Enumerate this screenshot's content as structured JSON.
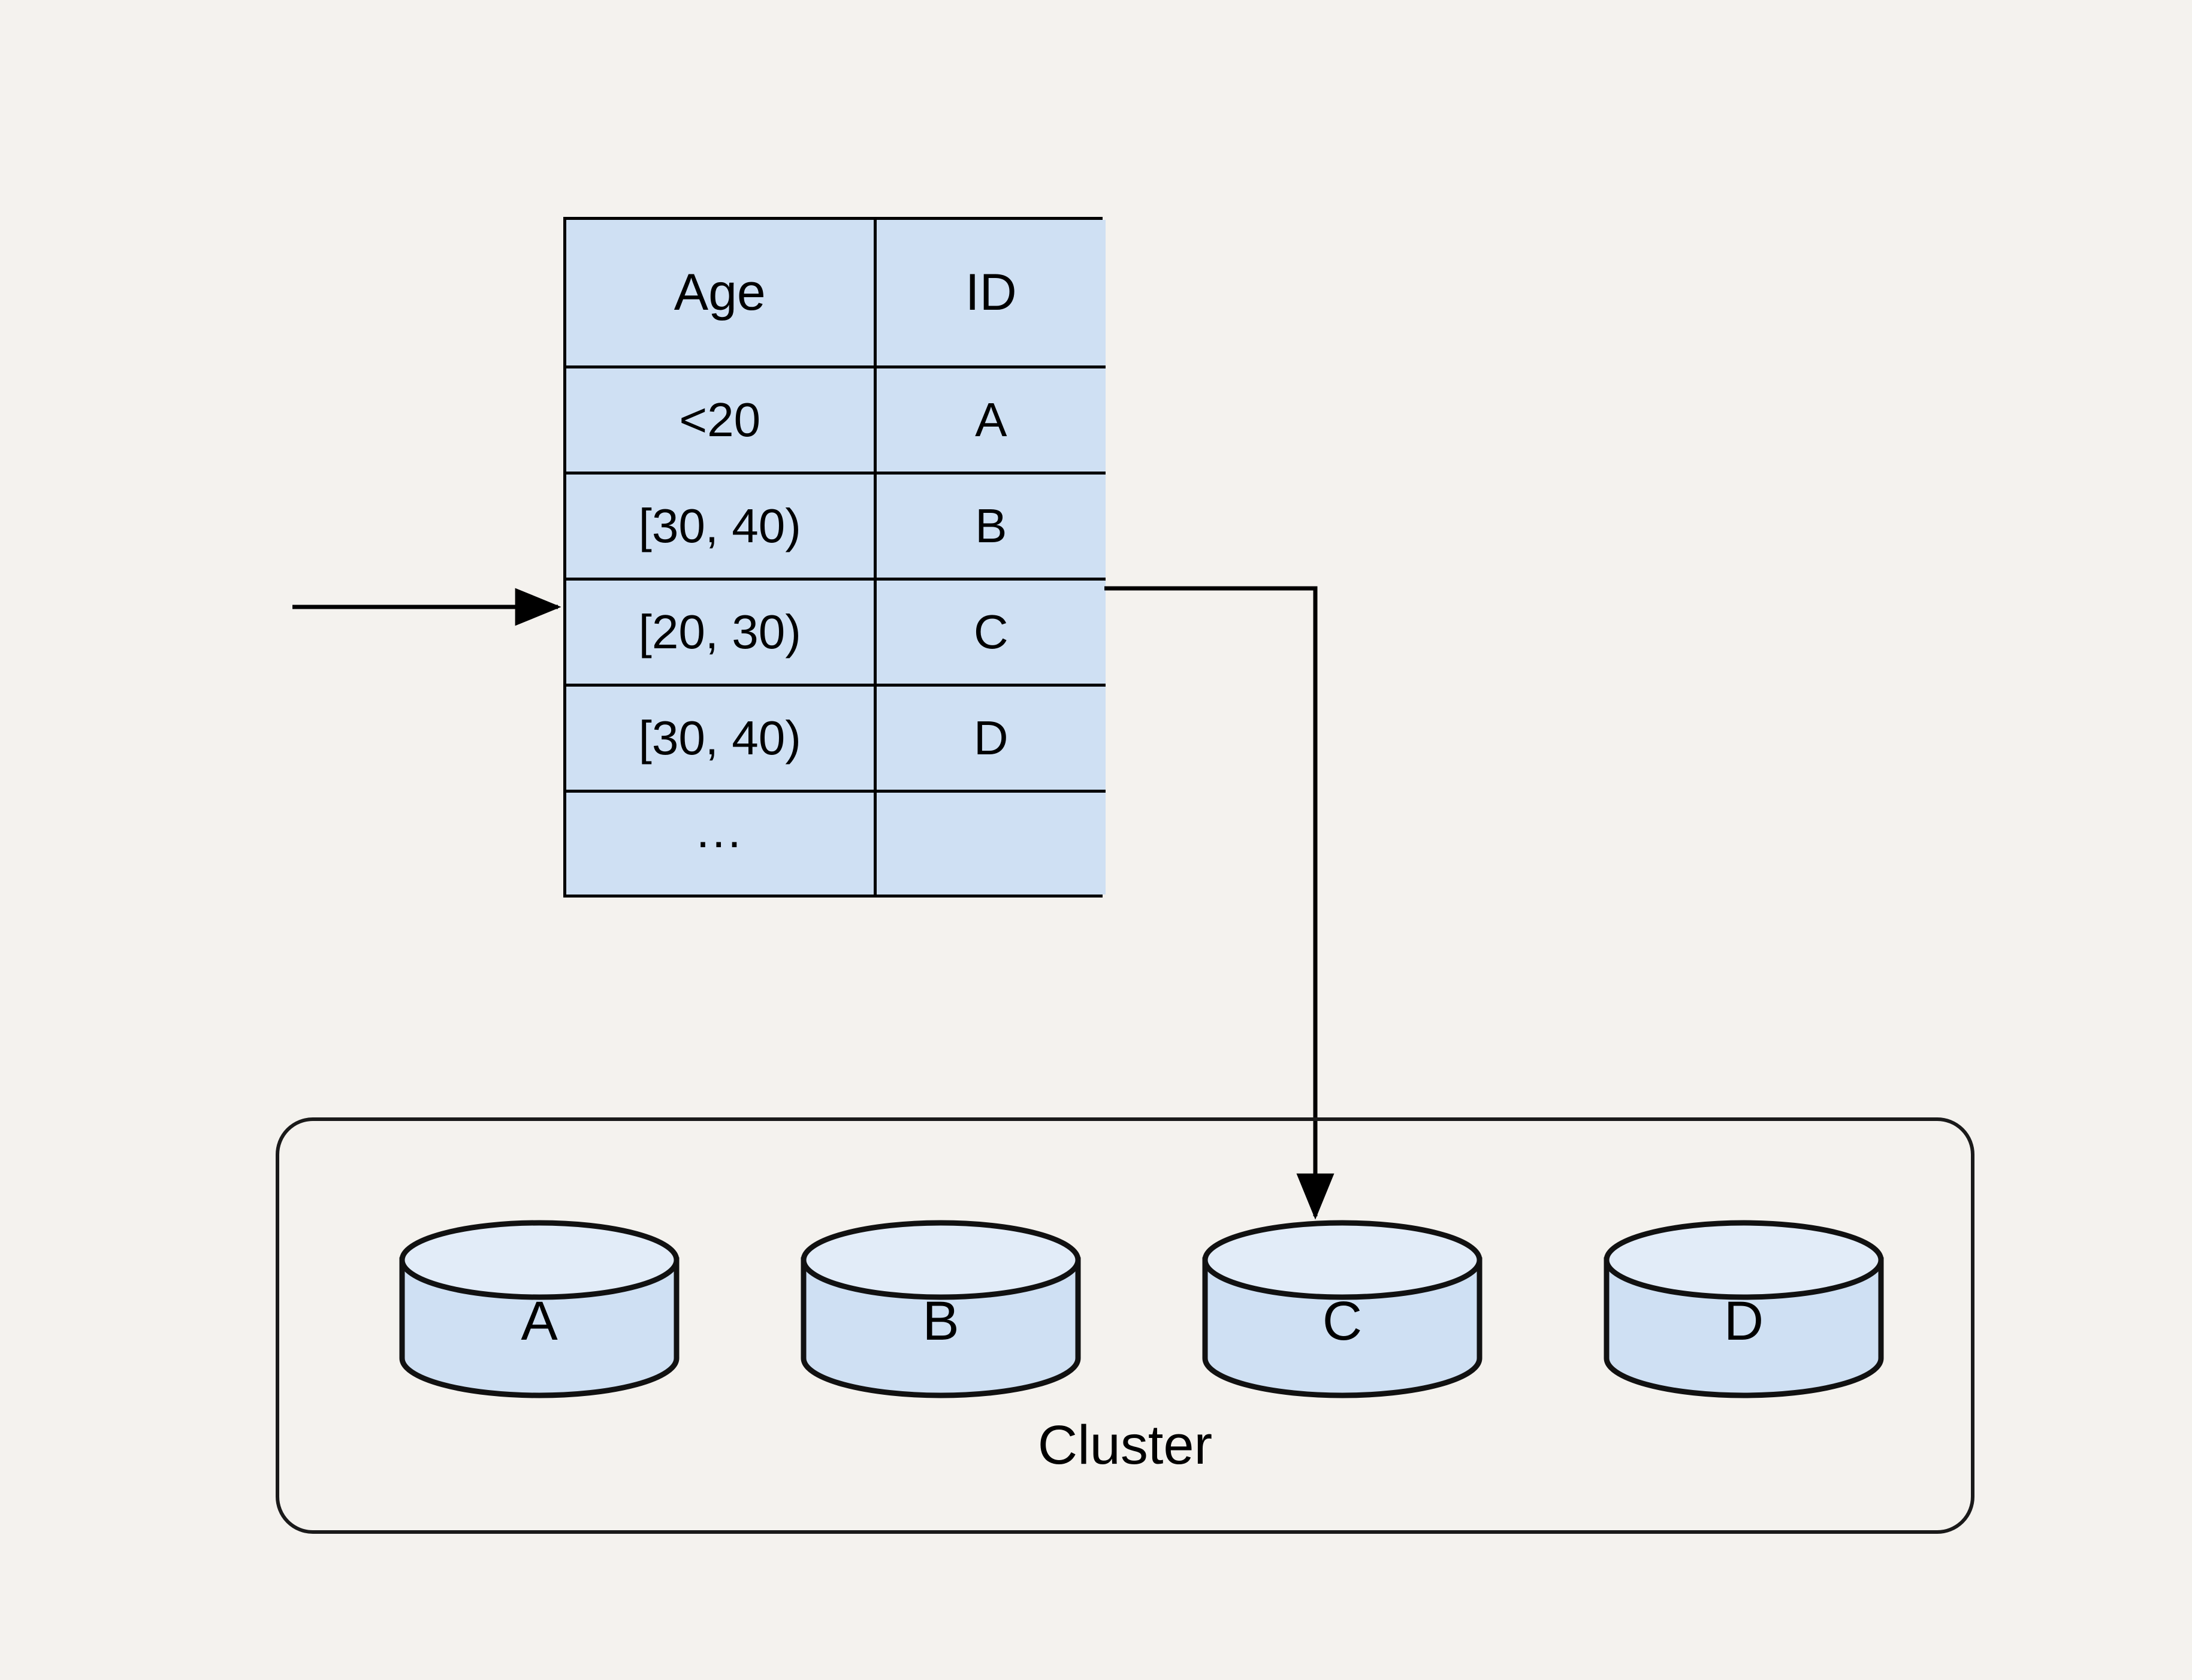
{
  "canvas": {
    "background_color": "#f4f2ee",
    "stroke_color": "#000000",
    "node_fill_color": "#cfe0f3"
  },
  "routing_table": {
    "name": "age-to-shard-routing-table",
    "columns": [
      "Age",
      "ID"
    ],
    "rows": [
      {
        "age": "<20",
        "id": "A"
      },
      {
        "age": "[30, 40)",
        "id": "B"
      },
      {
        "age": "[20, 30)",
        "id": "C"
      },
      {
        "age": "[30, 40)",
        "id": "D"
      },
      {
        "age": "...",
        "id": ""
      }
    ],
    "highlighted_row_index": 2
  },
  "connectors": [
    {
      "name": "incoming-query-arrow",
      "from": "left-edge",
      "to": "routing-table-row-3",
      "direction": "right"
    },
    {
      "name": "route-to-shard-c-arrow",
      "from": "routing-table-row-3-id-cell",
      "to": "database-node-c",
      "direction": "down"
    }
  ],
  "cluster": {
    "label": "Cluster",
    "nodes": [
      {
        "id": "A",
        "name": "database-node-a"
      },
      {
        "id": "B",
        "name": "database-node-b"
      },
      {
        "id": "C",
        "name": "database-node-c"
      },
      {
        "id": "D",
        "name": "database-node-d"
      }
    ]
  }
}
